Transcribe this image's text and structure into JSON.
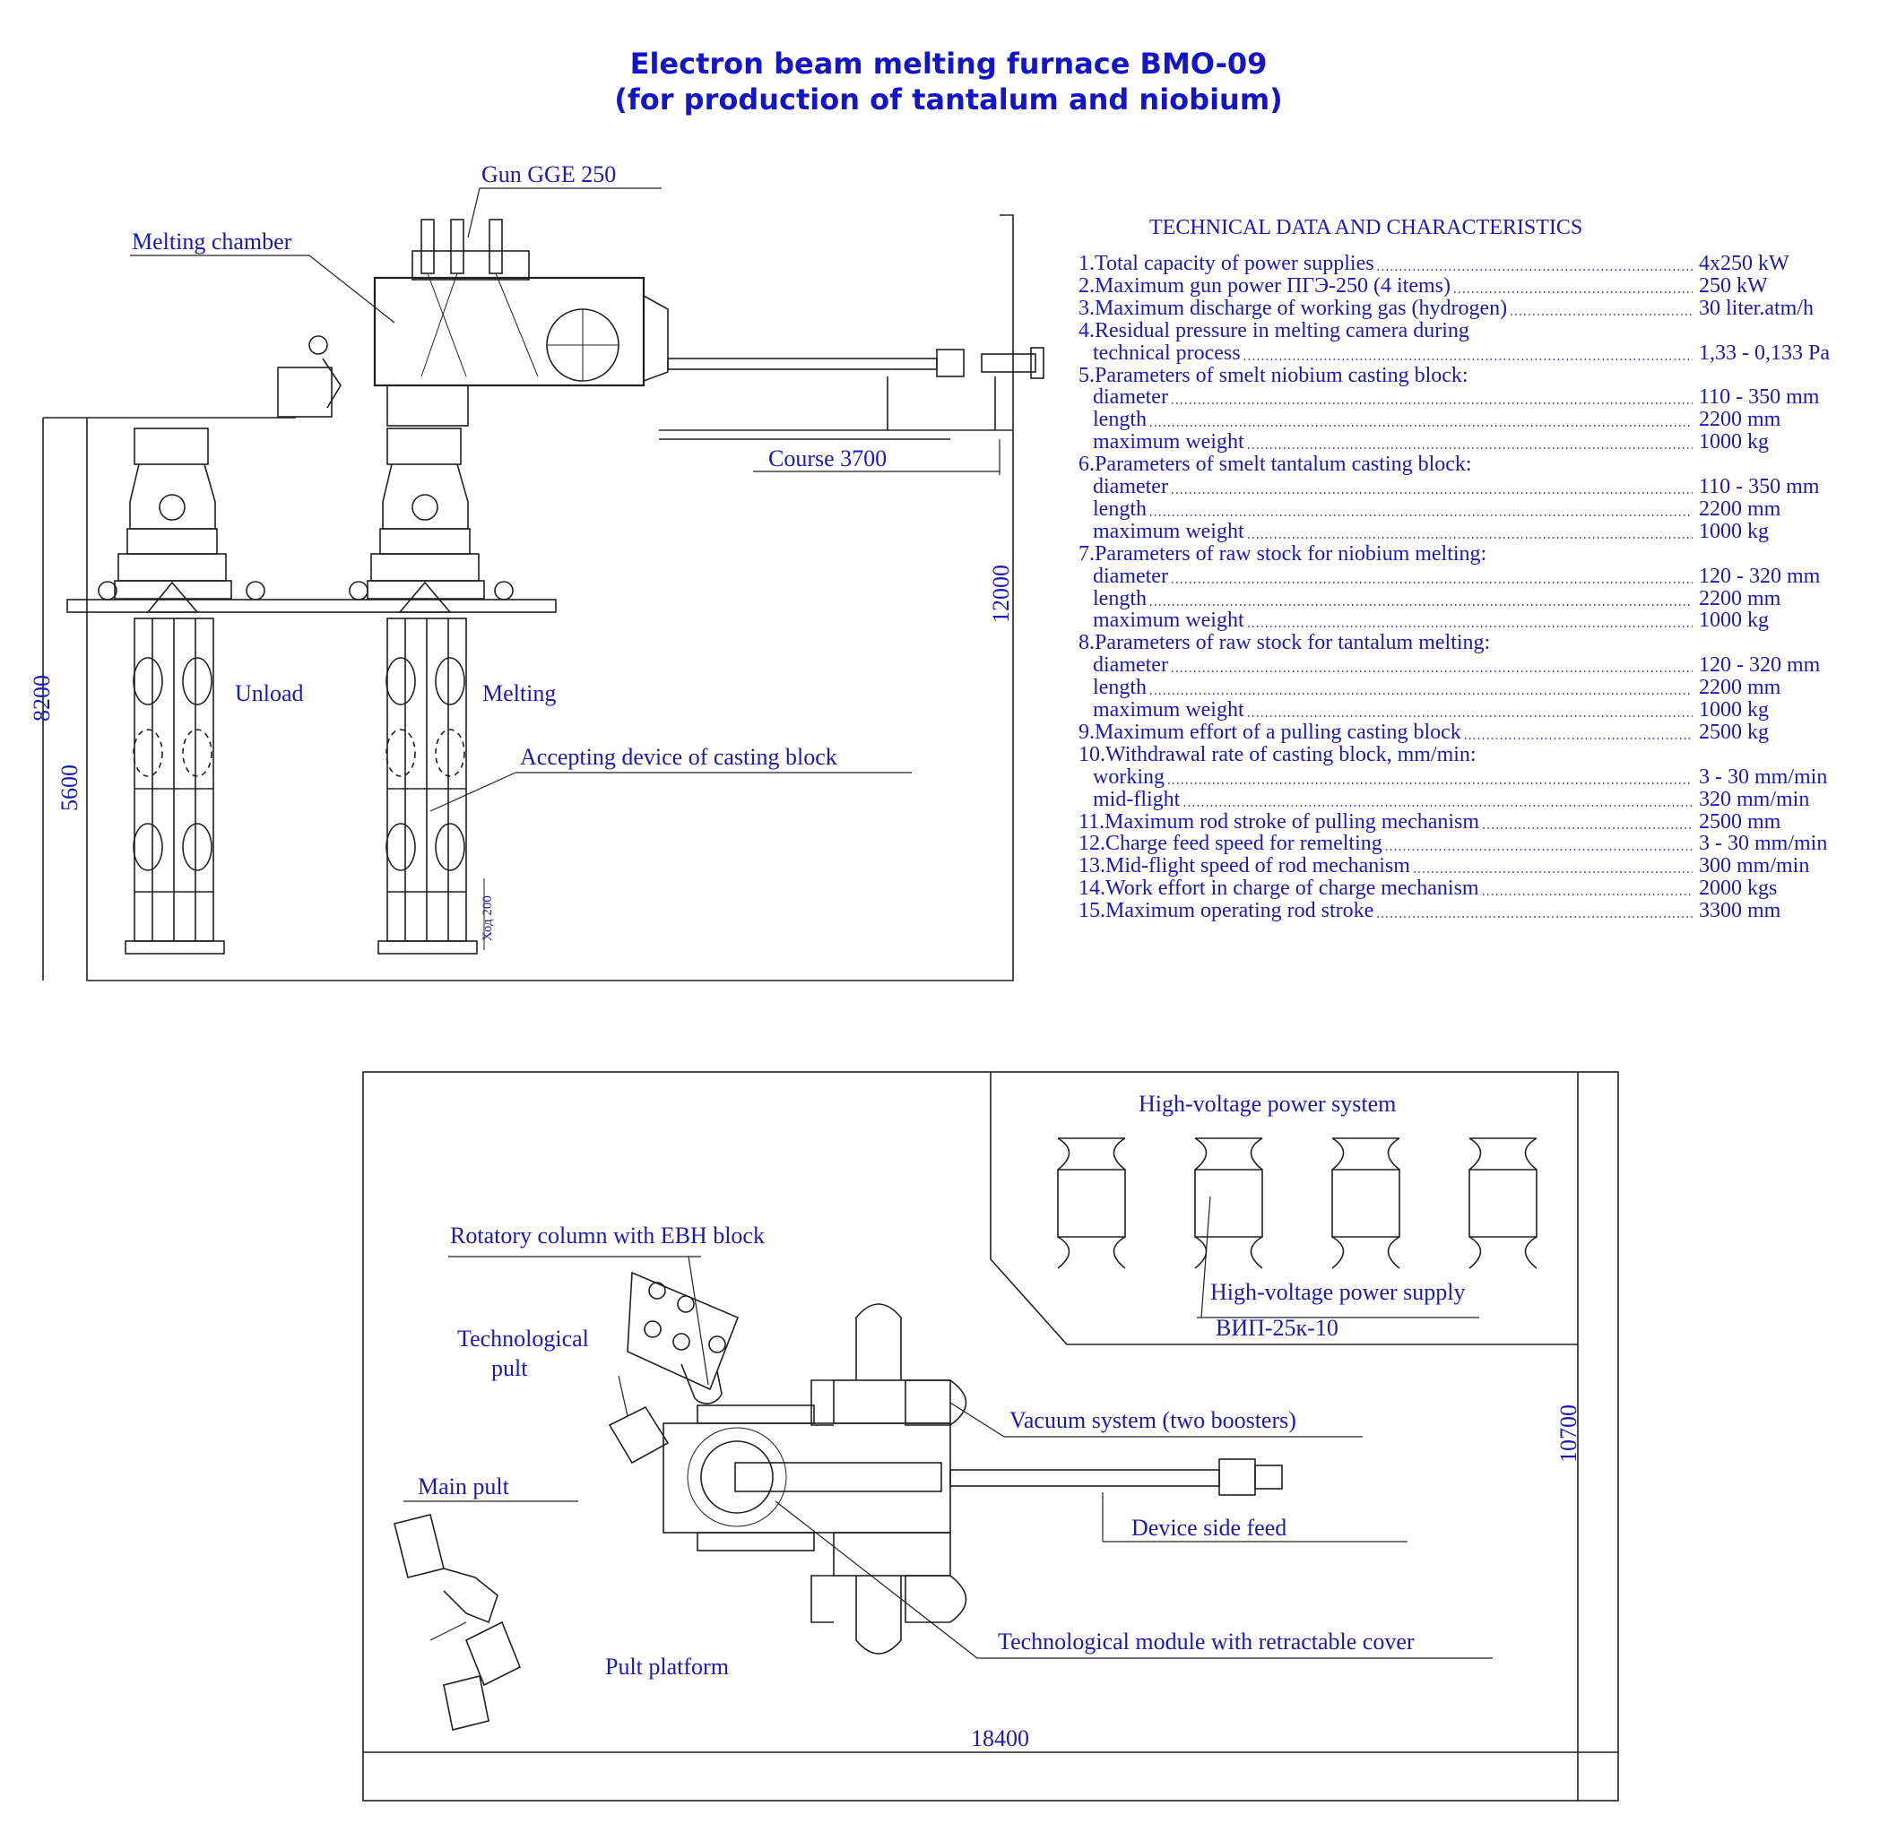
{
  "title": {
    "line1": "Electron beam melting furnace BMO-09",
    "line2": "(for production of tantalum and niobium)"
  },
  "elevation": {
    "labels": {
      "gun": "Gun GGE 250",
      "melting_chamber": "Melting chamber",
      "course": "Course 3700",
      "unload": "Unload",
      "melting": "Melting",
      "accepting_device": "Accepting device of casting block",
      "stroke": "Ход 200"
    },
    "dimensions": {
      "height_total": "12000",
      "height_8200": "8200",
      "height_5600": "5600"
    }
  },
  "specs": {
    "heading": "TECHNICAL  DATA AND CHARACTERISTICS",
    "lines": [
      {
        "label": "1.Total capacity of power supplies",
        "value": "4x250 kW"
      },
      {
        "label": "2.Maximum gun power ПГЭ-250 (4 items)",
        "value": "250 kW"
      },
      {
        "label": "3.Maximum discharge of working gas (hydrogen)",
        "value": "30 liter.atm/h"
      },
      {
        "label": "4.Residual pressure in melting camera during",
        "value": ""
      },
      {
        "label": "technical process",
        "value": "1,33 - 0,133 Pa"
      },
      {
        "label": "5.Parameters of smelt niobium casting block:",
        "value": ""
      },
      {
        "label": "diameter",
        "value": "110 - 350 mm"
      },
      {
        "label": "length",
        "value": "2200 mm"
      },
      {
        "label": "maximum weight",
        "value": "1000 kg"
      },
      {
        "label": "6.Parameters of smelt tantalum casting block:",
        "value": ""
      },
      {
        "label": "diameter",
        "value": "110 - 350 mm"
      },
      {
        "label": "length",
        "value": "2200 mm"
      },
      {
        "label": "maximum weight",
        "value": "1000 kg"
      },
      {
        "label": "7.Parameters of raw stock for niobium melting:",
        "value": ""
      },
      {
        "label": "diameter",
        "value": "120 - 320 mm"
      },
      {
        "label": "length",
        "value": "2200 mm"
      },
      {
        "label": "maximum weight",
        "value": "1000 kg"
      },
      {
        "label": "8.Parameters of raw stock for tantalum melting:",
        "value": ""
      },
      {
        "label": "diameter",
        "value": "120 - 320 mm"
      },
      {
        "label": "length",
        "value": "2200 mm"
      },
      {
        "label": "maximum weight",
        "value": "1000 kg"
      },
      {
        "label": "9.Maximum effort of a pulling casting block",
        "value": "2500 kg"
      },
      {
        "label": "10.Withdrawal rate of casting block, mm/min:",
        "value": ""
      },
      {
        "label": "working",
        "value": "3 - 30 mm/min"
      },
      {
        "label": "mid-flight",
        "value": "320 mm/min"
      },
      {
        "label": "11.Maximum rod stroke of pulling mechanism",
        "value": "2500 mm"
      },
      {
        "label": "12.Charge feed speed for remelting",
        "value": "3 - 30 mm/min"
      },
      {
        "label": "13.Mid-flight speed of rod mechanism",
        "value": "300 mm/min"
      },
      {
        "label": "14.Work effort in charge of charge mechanism",
        "value": "2000 kgs"
      },
      {
        "label": "15.Maximum operating rod stroke",
        "value": "3300 mm"
      }
    ]
  },
  "plan": {
    "labels": {
      "hv_system": "High-voltage power system",
      "hv_supply": "High-voltage power supply",
      "hv_model": "ВИП-25к-10",
      "rotatory": "Rotatory column with EBH block",
      "tech_pult_1": "Technological",
      "tech_pult_2": "pult",
      "vacuum": "Vacuum system (two boosters)",
      "main_pult": "Main pult",
      "device_side_feed": "Device side feed",
      "tech_module": "Technological module with retractable cover",
      "pult_platform": "Pult platform"
    },
    "dimensions": {
      "width": "18400",
      "depth": "10700"
    }
  },
  "colors": {
    "title": "#1414c8",
    "label": "#1a1ab4",
    "line": "#202020"
  }
}
